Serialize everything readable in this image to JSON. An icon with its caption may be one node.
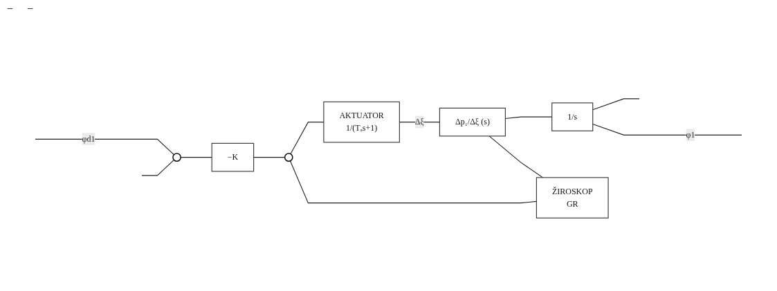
{
  "diagram": {
    "nodes": [
      {
        "text": [],
        "shape": "circle"
      },
      {
        "text": [
          "−K"
        ]
      },
      {
        "text": [],
        "shape": "circle"
      },
      {
        "text": [
          "AKTUATOR",
          "1/(Tₐs+1)"
        ]
      },
      {
        "text": [
          "Δp₁/Δξ (s)"
        ]
      },
      {
        "text": [
          "1/s"
        ]
      },
      {
        "text": [
          "ŽIROSKOP",
          "GR"
        ]
      }
    ],
    "edges": [
      {
        "from": null,
        "to": 0,
        "arrow": "none",
        "label": "φd1"
      },
      {
        "from": 0,
        "to": 1,
        "arrow": "none"
      },
      {
        "from": 1,
        "to": 2,
        "arrow": "none"
      },
      {
        "from": 2,
        "to": 3,
        "arrow": "none"
      },
      {
        "from": 3,
        "to": 4,
        "arrow": "none",
        "label": "Δξ"
      },
      {
        "from": 4,
        "to": 5,
        "arrow": "none"
      },
      {
        "from": 5,
        "to": null,
        "arrow": "none",
        "label": "φ1"
      },
      {
        "from": 5,
        "to": null,
        "arrow": "none"
      },
      {
        "from": null,
        "to": 0,
        "arrow": "none"
      },
      {
        "from": 4,
        "to": 6,
        "arrow": "none"
      },
      {
        "from": 6,
        "to": 2,
        "arrow": "none"
      }
    ],
    "labels": [
      "−",
      "−"
    ]
  }
}
